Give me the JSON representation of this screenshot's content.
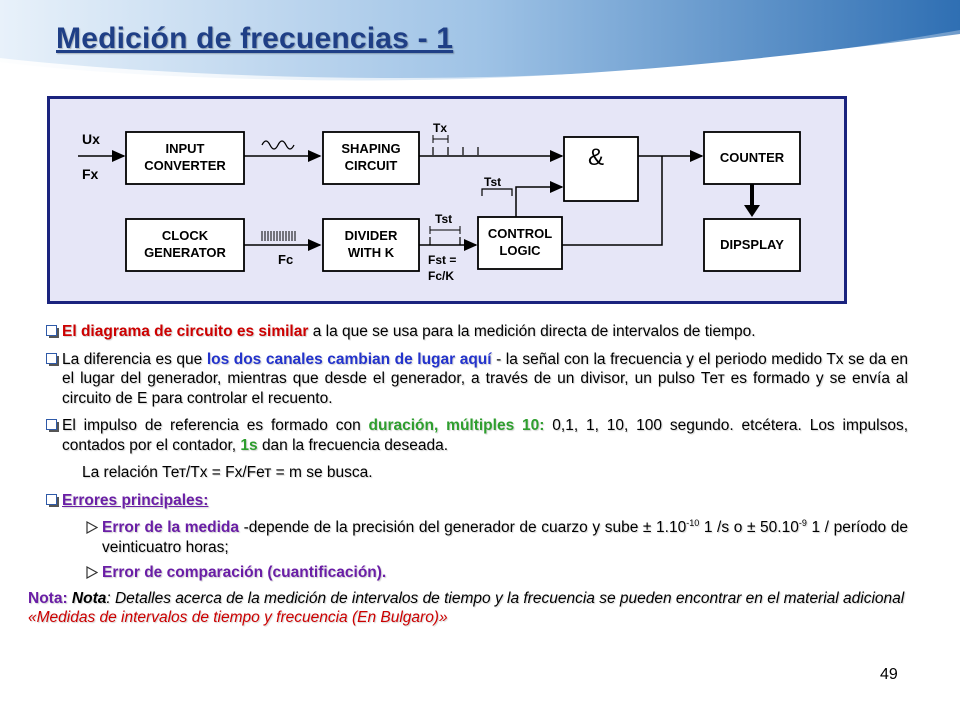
{
  "slide": {
    "title": "Medición de frecuencias - 1",
    "page_number": "49"
  },
  "colors": {
    "title": "#1f3f86",
    "header_light": "#c9ddf0",
    "header_dark": "#3a77b8",
    "diagram_bg": "#e6e6f7",
    "diagram_border": "#1a237e",
    "highlight_red": "#cc0000",
    "highlight_blue": "#2333cc",
    "highlight_green": "#2e9e2e",
    "highlight_purple": "#6a1ea6"
  },
  "diagram": {
    "inputs": {
      "ux": "Ux",
      "fx": "Fx"
    },
    "blocks": {
      "input_converter": [
        "INPUT",
        "CONVERTER"
      ],
      "shaping_circuit": [
        "SHAPING",
        "CIRCUIT"
      ],
      "and_gate": "&",
      "counter": "COUNTER",
      "clock_generator": [
        "CLOCK",
        "GENERATOR"
      ],
      "divider": [
        "DIVIDER",
        "WITH K"
      ],
      "control_logic": [
        "CONTROL",
        "LOGIC"
      ],
      "display": "DIPSPLAY"
    },
    "signals": {
      "tx": "Tx",
      "tst_top": "Tst",
      "tst_mid": "Tst",
      "fc": "Fc",
      "fst_line1": "Fst =",
      "fst_line2": "Fc/K"
    }
  },
  "text": {
    "p1": {
      "a": "El diagrama de circuito es similar",
      "b": " a la que se usa para la medición directa de intervalos de tiempo."
    },
    "p2": {
      "a": "La diferencia es que ",
      "b": "los dos canales cambian de lugar aquí",
      "c": " - la señal con la frecuencia y el periodo medido Tx se da en el lugar del generador, mientras que desde el generador, a través de un divisor, un pulso Тет es formado y se envía al circuito de E para controlar el recuento."
    },
    "p3": {
      "a": "El impulso de referencia es  formado con ",
      "b": "duración, múltiples 10:",
      "c": " 0,1, 1, 10, 100 segundo. etcétera. Los impulsos, contados por el contador, ",
      "d": " 1s ",
      "e": " dan la frecuencia deseada."
    },
    "p4": "La relación Тет/Tx = Fx/Fет = m se busca.",
    "p5": "Errores principales:",
    "p6": {
      "a": "Error de la medida",
      "b": " -depende de la precisión del generador de cuarzo y sube ± 1.10",
      "sup1": "-10",
      "c": " 1 /s o  ± 50.10",
      "sup2": "-9",
      "d": " 1 / período de veinticuatro horas;"
    },
    "p7": "Error de comparación (cuantificación).",
    "nota": {
      "label": "Nota: ",
      "label2": "Nota",
      "body": ": Detalles acerca de la medición de intervalos de tiempo y la frecuencia se pueden encontrar en el material adicional ",
      "ref": "«Medidas de intervalos de tiempo y frecuencia (En Bulgaro)»"
    }
  }
}
